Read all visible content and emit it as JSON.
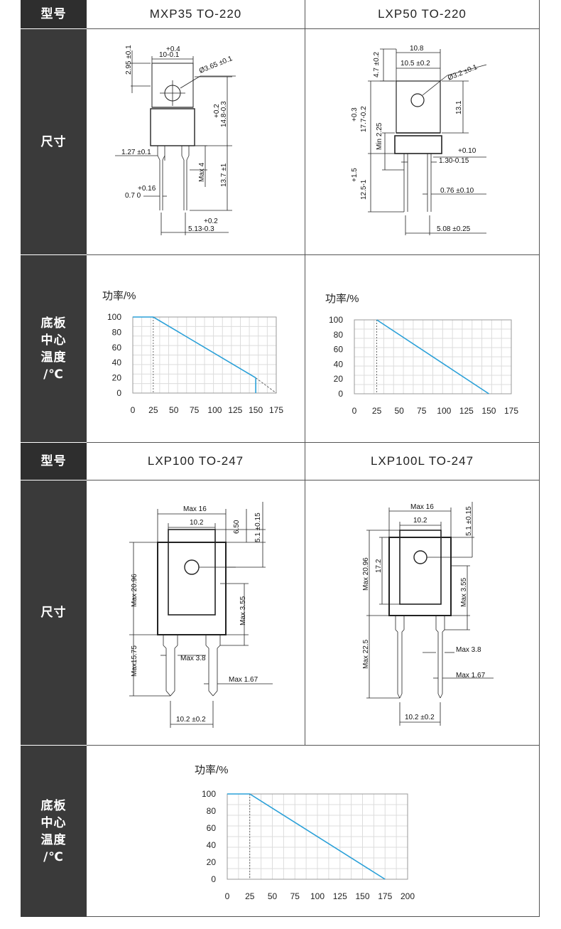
{
  "labels": {
    "model": "型号",
    "size": "尺寸",
    "temp": [
      "底板",
      "中心",
      "温度",
      "/℃"
    ]
  },
  "models": {
    "mxp35": "MXP35 TO-220",
    "lxp50": "LXP50 TO-220",
    "lxp100": "LXP100  TO-247",
    "lxp100l": "LXP100L TO-247"
  },
  "dims": {
    "mxp35": {
      "a": "+0.4",
      "b": "10-0.1",
      "c": "2.95 ±0.1",
      "d": "Ø3.65 ±0.1",
      "e": "+0.2",
      "f": "14.8-0.3",
      "g": "1.27 ±0.1",
      "h": "Max 4",
      "i": "13.7 ±1",
      "j": "+0.16",
      "k": "0.7  0",
      "l": "+0.2",
      "m": "5.13-0.3"
    },
    "lxp50": {
      "a": "10.8",
      "b": "10.5 ±0.2",
      "c": "4.7 ±0.2",
      "d": "Ø3.2 ±0.1",
      "e": "+0.3",
      "f": "17.7-0.2",
      "g": "Min 2.25",
      "h": "13.1",
      "i": "+0.10",
      "j": "1.30-0.15",
      "k": "+1.5",
      "l": "12.5-1",
      "m": "0.76 ±0.10",
      "n": "5.08 ±0.25"
    },
    "lxp100": {
      "a": "Max 16",
      "b": "10.2",
      "c": "6.50",
      "d": "5.1 ±0.15",
      "e": "Max 20.96",
      "f": "Max 3.55",
      "g": "Max15.75",
      "h": "Max 3.8",
      "i": "Max 1.67",
      "j": "10.2 ±0.2"
    },
    "lxp100l": {
      "a": "Max 16",
      "b": "10.2",
      "c": "5.1 ±0.15",
      "d": "Max 20.96",
      "e": "17.2",
      "f": "Max 3.55",
      "g": "Max 22.5",
      "h": "Max 3.8",
      "i": "Max 1.67",
      "j": "10.2 ±0.2"
    }
  },
  "chart_data": [
    {
      "type": "line",
      "ylabel": "功率/%",
      "x": [
        0,
        25,
        150
      ],
      "y": [
        100,
        100,
        20
      ],
      "extrapolated": {
        "x": [
          150,
          175
        ],
        "y": [
          20,
          0
        ]
      },
      "drop_at": 150,
      "xticks": [
        0,
        25,
        50,
        75,
        100,
        125,
        150,
        175
      ],
      "yticks": [
        0,
        20,
        40,
        60,
        80,
        100
      ],
      "xlim": [
        0,
        175
      ],
      "ylim": [
        0,
        100
      ],
      "color": "#2aa0d8"
    },
    {
      "type": "line",
      "ylabel": "功率/%",
      "x": [
        25,
        150
      ],
      "y": [
        100,
        0
      ],
      "xticks": [
        0,
        25,
        50,
        75,
        100,
        125,
        150,
        175
      ],
      "yticks": [
        0,
        20,
        40,
        60,
        80,
        100
      ],
      "xlim": [
        0,
        175
      ],
      "ylim": [
        0,
        100
      ],
      "color": "#2aa0d8"
    },
    {
      "type": "line",
      "ylabel": "功率/%",
      "x": [
        0,
        25,
        175
      ],
      "y": [
        100,
        100,
        0
      ],
      "xticks": [
        0,
        25,
        50,
        75,
        100,
        125,
        150,
        175,
        200
      ],
      "yticks": [
        0,
        20,
        40,
        60,
        80,
        100
      ],
      "xlim": [
        0,
        200
      ],
      "ylim": [
        0,
        100
      ],
      "color": "#2aa0d8"
    }
  ]
}
